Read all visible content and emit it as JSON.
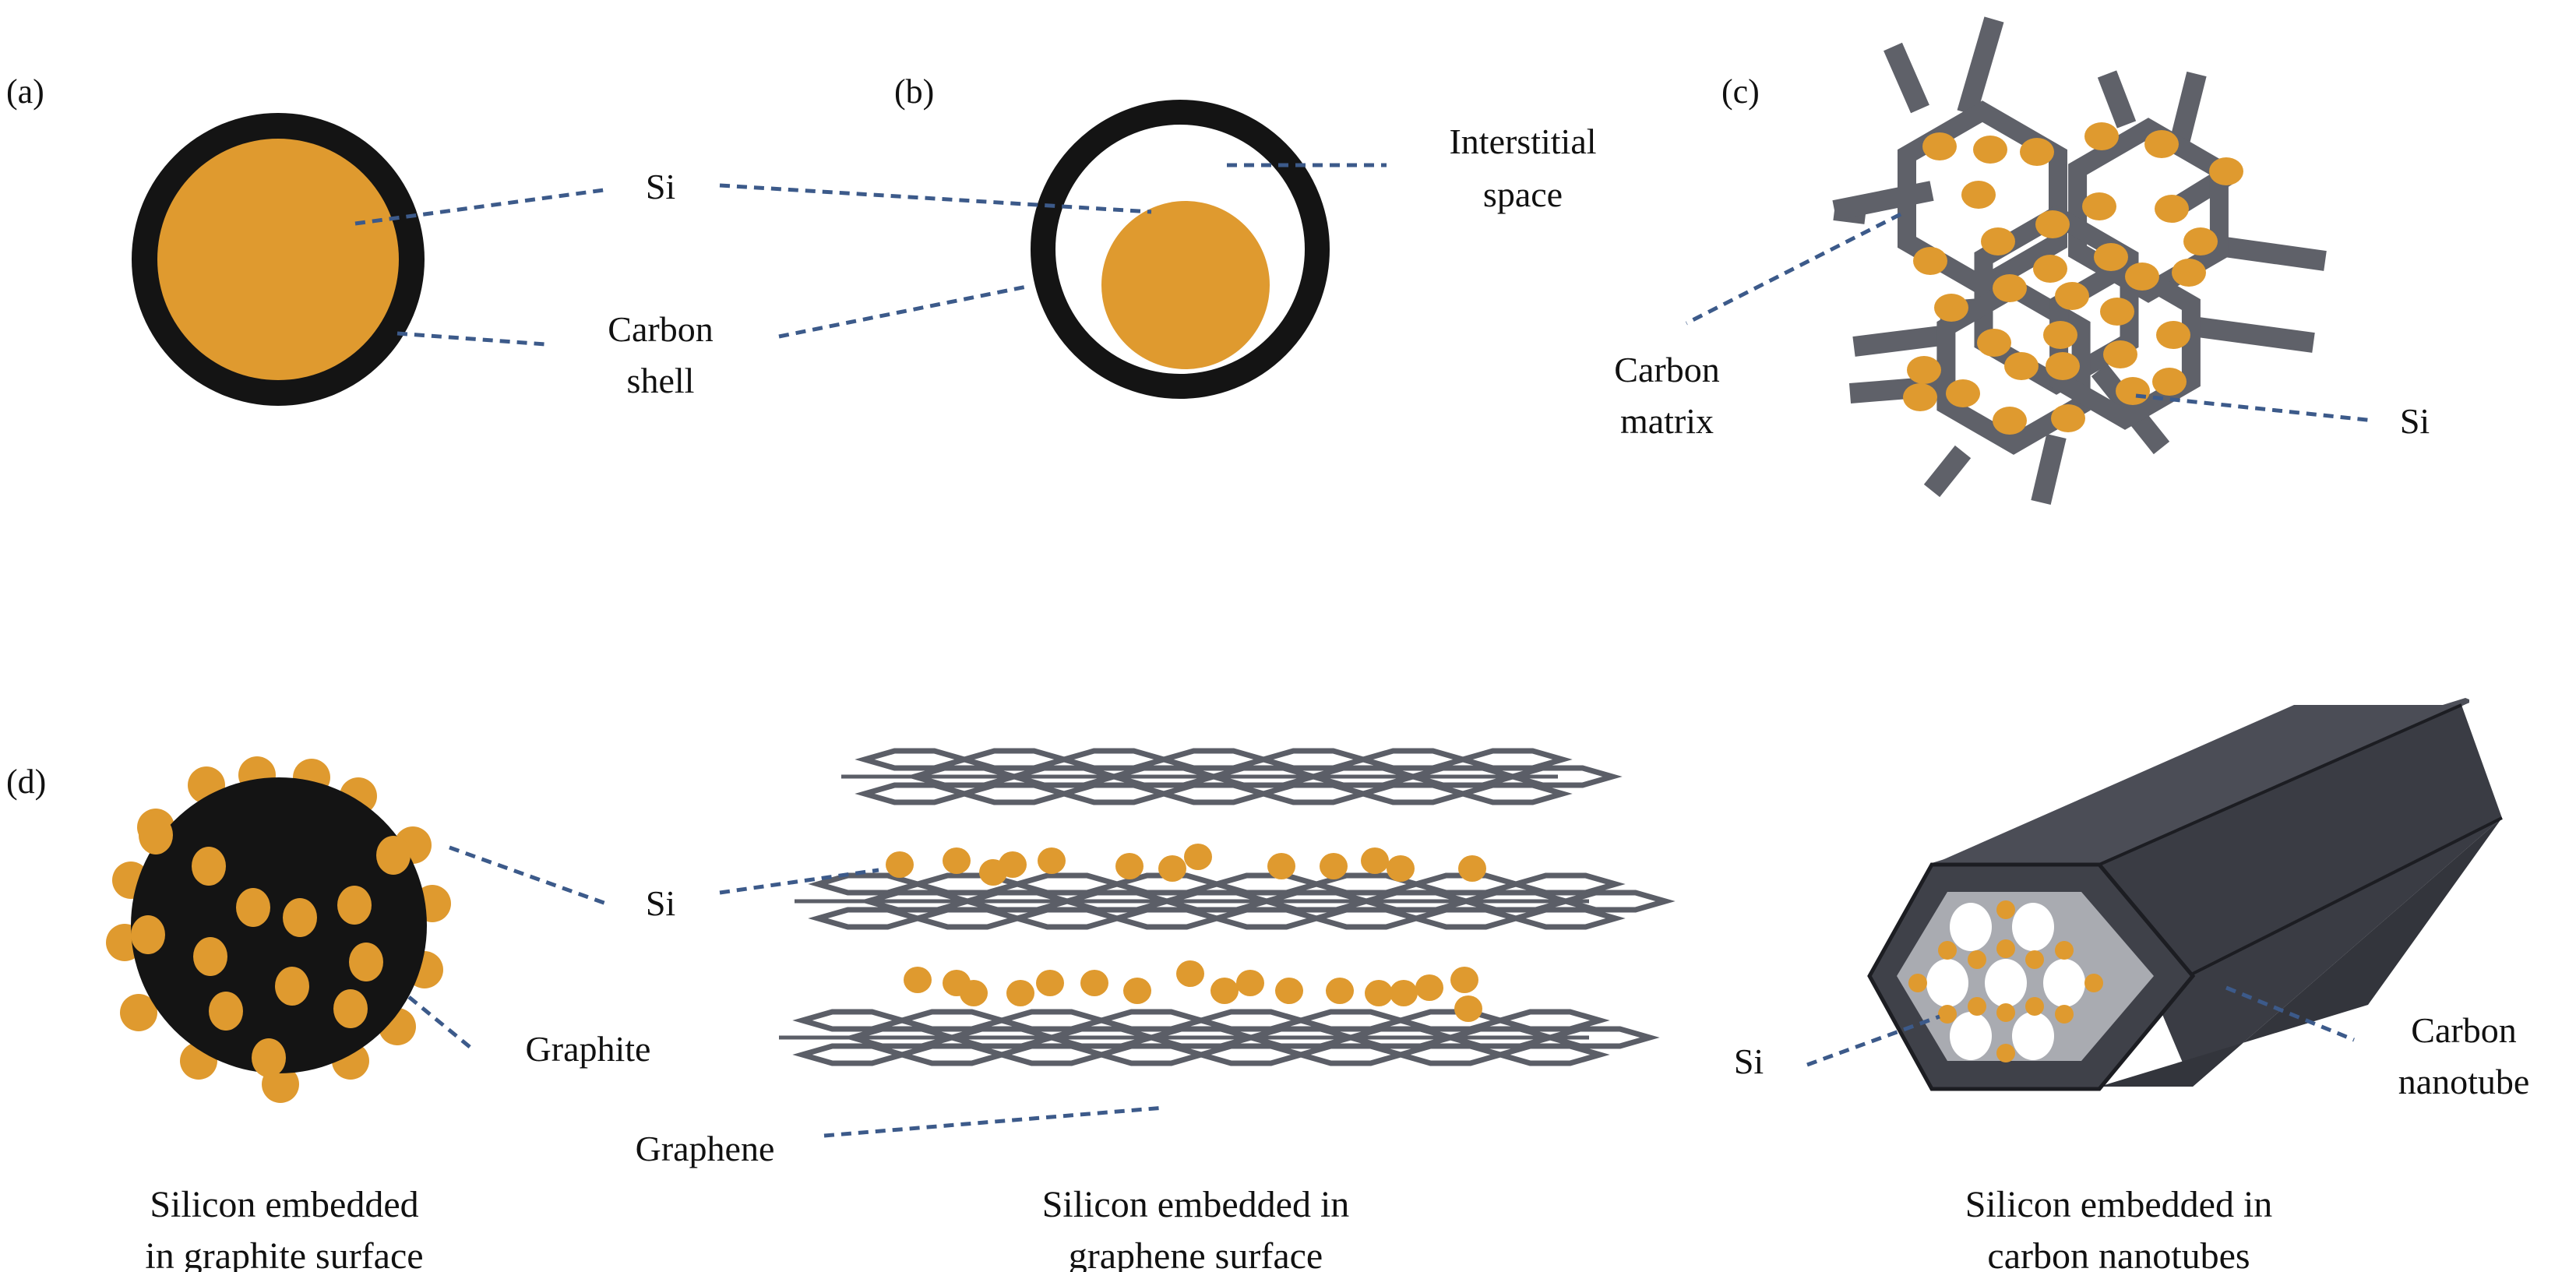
{
  "colors": {
    "silicon": "#df9a2f",
    "carbon": "#141414",
    "matrix": "#5f6169",
    "graphene": "#5b5e67",
    "nanotube_side": "#3a3c44",
    "nanotube_top": "#4a4c55",
    "leader": "#3c5a8a"
  },
  "panel_labels": {
    "a": "(a)",
    "b": "(b)",
    "c": "(c)",
    "d": "(d)"
  },
  "panel_a": {
    "si": "Si",
    "shell_line1": "Carbon",
    "shell_line2": "shell"
  },
  "panel_b": {
    "space_line1": "Interstitial",
    "space_line2": "space"
  },
  "panel_c": {
    "matrix_line1": "Carbon",
    "matrix_line2": "matrix",
    "si": "Si"
  },
  "panel_d": {
    "si": "Si",
    "graphite": "Graphite",
    "graphene": "Graphene",
    "nanotube_si": "Si",
    "nanotube_line1": "Carbon",
    "nanotube_line2": "nanotube",
    "caption_graphite_line1": "Silicon embedded",
    "caption_graphite_line2": "in graphite surface",
    "caption_graphene_line1": "Silicon embedded in",
    "caption_graphene_line2": "graphene surface",
    "caption_cnt_line1": "Silicon embedded in",
    "caption_cnt_line2": "carbon nanotubes"
  },
  "icons": [
    "core-shell-particle-icon",
    "yolk-shell-particle-icon",
    "honeycomb-matrix-icon",
    "graphite-sphere-icon",
    "graphene-layers-icon",
    "hexagonal-nanotube-icon"
  ]
}
